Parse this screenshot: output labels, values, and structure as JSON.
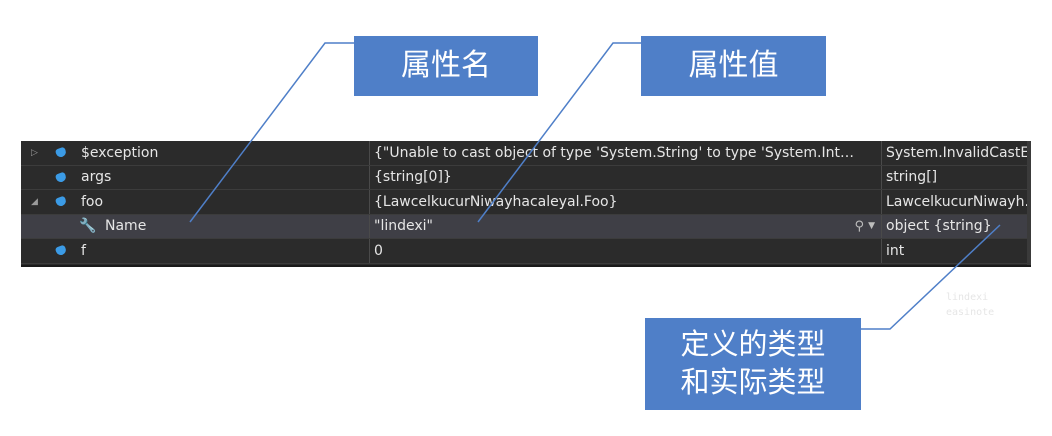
{
  "callouts": {
    "name_label": "属性名",
    "value_label": "属性值",
    "type_label_line1": "定义的类型",
    "type_label_line2": "和实际类型"
  },
  "watch": {
    "rows": [
      {
        "name": "$exception",
        "value": "{\"Unable to cast object of type 'System.String' to type 'System.Int…",
        "type": "System.InvalidCastE",
        "icon": "object-icon",
        "expander": "collapsed"
      },
      {
        "name": "args",
        "value": "{string[0]}",
        "type": "string[]",
        "icon": "object-icon",
        "expander": "none"
      },
      {
        "name": "foo",
        "value": "{LawcelkucurNiwayhacaleyal.Foo}",
        "type": "LawcelkucurNiwayh.",
        "icon": "object-icon",
        "expander": "expanded"
      },
      {
        "name": "Name",
        "value": "\"lindexi\"",
        "type": "object {string}",
        "icon": "wrench-icon",
        "expander": "none",
        "selected": true
      },
      {
        "name": "f",
        "value": "0",
        "type": "int",
        "icon": "object-icon",
        "expander": "none"
      }
    ]
  },
  "watermark": {
    "line1": "lindexi",
    "line2": "easinote"
  },
  "colors": {
    "callout_bg": "#4f7fc8",
    "leader_line": "#4f7fc8",
    "panel_bg": "#2b2b2b",
    "object_icon": "#3b9be6"
  }
}
